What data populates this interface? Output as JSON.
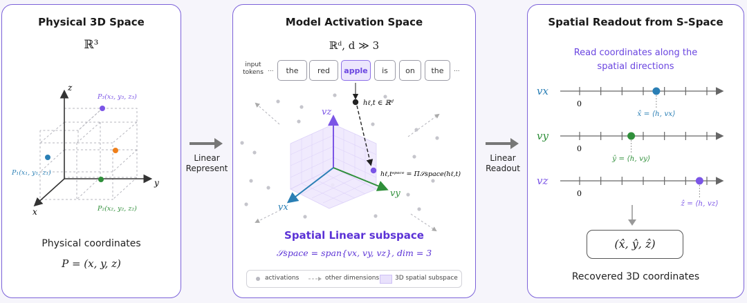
{
  "panel1": {
    "title": "Physical 3D Space",
    "space": "ℝ³",
    "axis_x": "x",
    "axis_y": "y",
    "axis_z": "z",
    "point_p1": "P₁(x₁, y₁, z₁)",
    "point_p2": "P₂(x₂, y₂, z₂)",
    "point_p3": "P₃(x₃, y₃, z₃)",
    "caption": "Physical coordinates",
    "formula": "P = (x, y, z)"
  },
  "arrow1": {
    "line1": "Linear",
    "line2": "Represent"
  },
  "panel2": {
    "title": "Model Activation Space",
    "space": "ℝᵈ,  d ≫ 3",
    "tokens_label_1": "input",
    "tokens_label_2": "tokens",
    "tokens_ellipsis_left": "...",
    "tokens_ellipsis_right": "...",
    "tokens": [
      "the",
      "red",
      "apple",
      "is",
      "on",
      "the"
    ],
    "h_label": "hℓ,t ∈ ℝᵈ",
    "h_space_label": "hℓ,tˢᵖᵃᶜᵉ = Π𝒮space(hℓ,t)",
    "vx": "vx",
    "vy": "vy",
    "vz": "vz",
    "subspace_title": "Spatial Linear subspace",
    "subspace_formula": "𝒮space = span{vx, vy, vz},    dim = 3",
    "legend": {
      "activations": "activations",
      "other": "other dimensions",
      "subspace": "3D spatial subspace"
    }
  },
  "arrow2": {
    "line1": "Linear",
    "line2": "Readout"
  },
  "panel3": {
    "title": "Spatial Readout from S-Space",
    "subtitle_1": "Read coordinates along the",
    "subtitle_2": "spatial directions",
    "lines": [
      {
        "axis": "vx",
        "zero": "0",
        "readout": "x̂ = ⟨h, vx⟩",
        "value": 0.55
      },
      {
        "axis": "vy",
        "zero": "0",
        "readout": "ŷ = ⟨h, vy⟩",
        "value": 0.37
      },
      {
        "axis": "vz",
        "zero": "0",
        "readout": "ẑ = ⟨h, vz⟩",
        "value": 0.86
      }
    ],
    "result": "(x̂, ŷ, ẑ)",
    "caption": "Recovered 3D coordinates"
  },
  "colors": {
    "purple": "#7b55e6",
    "blue": "#2a7fb5",
    "green": "#2f8f3a",
    "orange": "#ef7f1a",
    "dark": "#222222"
  }
}
